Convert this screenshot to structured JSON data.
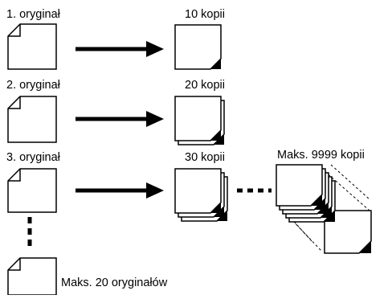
{
  "originals": [
    {
      "label": "1. oryginał",
      "copies_label": "10 kopii"
    },
    {
      "label": "2. oryginał",
      "copies_label": "20 kopii"
    },
    {
      "label": "3. oryginał",
      "copies_label": "30 kopii"
    }
  ],
  "max_copies_label": "Maks. 9999 kopii",
  "max_originals_label": "Maks. 20 oryginałów",
  "icons": {
    "original": "document-icon",
    "copy": "copy-sheet-icon",
    "arrow": "arrow-right-icon"
  }
}
